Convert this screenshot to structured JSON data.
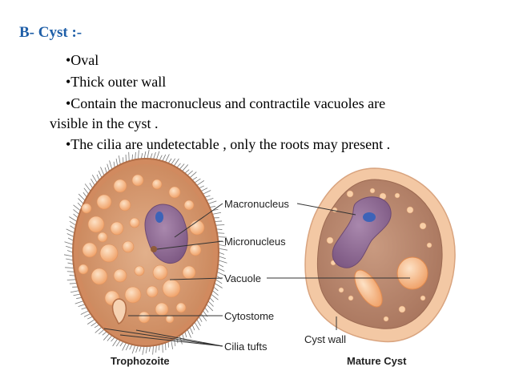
{
  "heading": "B- Cyst :-",
  "bullets": [
    "•Oval",
    "•Thick outer wall",
    "•Contain the macronucleus and contractile vacuoles are",
    "visible in the cyst .",
    "•The cilia are undetectable , only the roots may present ."
  ],
  "labels": {
    "macronucleus": "Macronucleus",
    "micronucleus": "Micronucleus",
    "vacuole": "Vacuole",
    "cytostome": "Cytostome",
    "cilia_tufts": "Cilia tufts",
    "cyst_wall": "Cyst wall"
  },
  "captions": {
    "left": "Trophozoite",
    "right": "Mature Cyst"
  },
  "colors": {
    "heading": "#1f5fa8",
    "cell_body": "#d9a178",
    "cell_wall": "#c9865a",
    "vacuole": "#f6b885",
    "macronucleus": "#8e6a93",
    "nucleolus": "#3d63b8",
    "cyst_outer": "#f3c8a4",
    "cyst_inner": "#b88a72"
  }
}
